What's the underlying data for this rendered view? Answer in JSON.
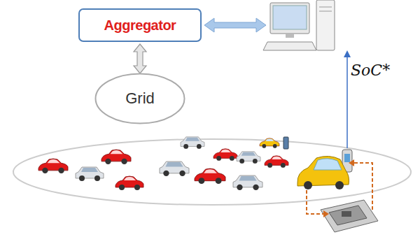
{
  "diagram": {
    "nodes": [
      {
        "text": [
          "Aggregator"
        ]
      },
      {
        "text": [
          "Grid"
        ]
      }
    ],
    "edges": [
      {
        "from": 0,
        "to": 1,
        "arrow": "both"
      }
    ],
    "labels": [
      "SoC*"
    ]
  }
}
